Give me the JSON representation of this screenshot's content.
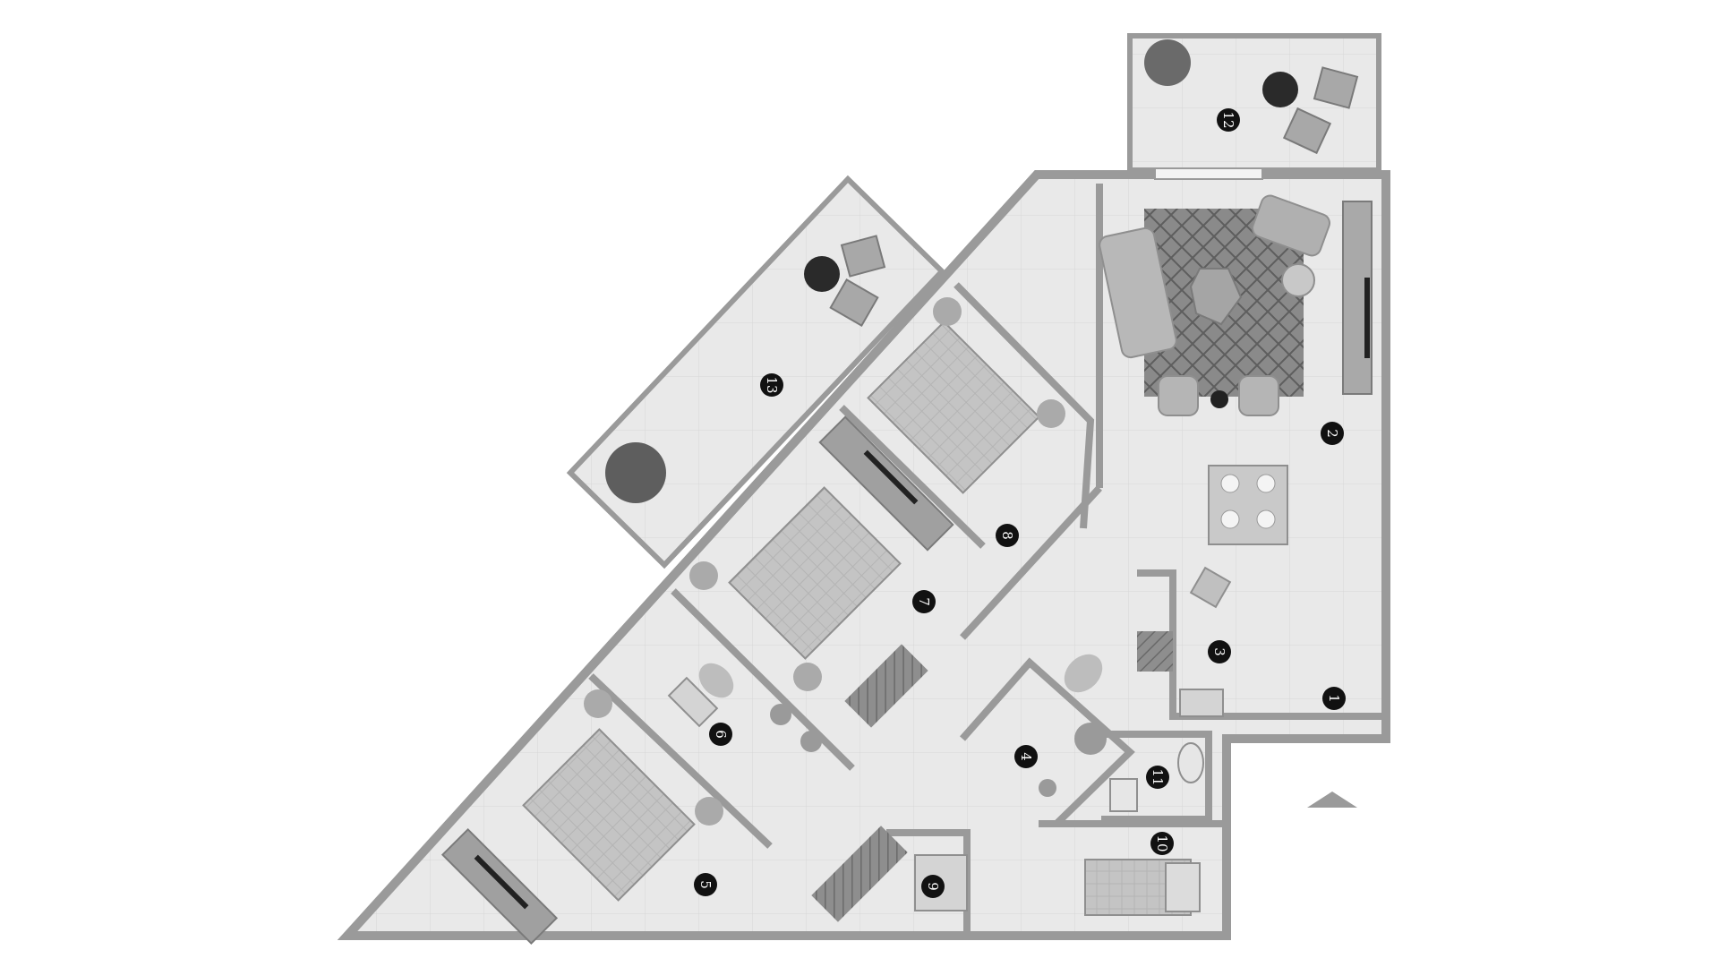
{
  "floor_plan": {
    "rooms": [
      {
        "id": "room-1",
        "number": "1",
        "rotation": 90
      },
      {
        "id": "room-2",
        "number": "2",
        "rotation": 90
      },
      {
        "id": "room-3",
        "number": "3",
        "rotation": 90
      },
      {
        "id": "room-4",
        "number": "4",
        "rotation": 90
      },
      {
        "id": "room-5",
        "number": "5",
        "rotation": 90
      },
      {
        "id": "room-6",
        "number": "6",
        "rotation": 90
      },
      {
        "id": "room-7",
        "number": "7",
        "rotation": 90
      },
      {
        "id": "room-8",
        "number": "8",
        "rotation": 90
      },
      {
        "id": "room-9",
        "number": "9",
        "rotation": 90
      },
      {
        "id": "room-10",
        "number": "10",
        "rotation": 90
      },
      {
        "id": "room-11",
        "number": "11",
        "rotation": 90
      },
      {
        "id": "room-12",
        "number": "12",
        "rotation": 90
      },
      {
        "id": "room-13",
        "number": "13",
        "rotation": 90
      }
    ],
    "north_arrow": "triangle-up-icon",
    "colors": {
      "wall": "#9e9e9e",
      "floor": "#e8e8e8",
      "balcony": "#eeeeee",
      "rug": "#7a7a7a",
      "furniture": "#b8b8b8",
      "label_bg": "#111111"
    }
  }
}
